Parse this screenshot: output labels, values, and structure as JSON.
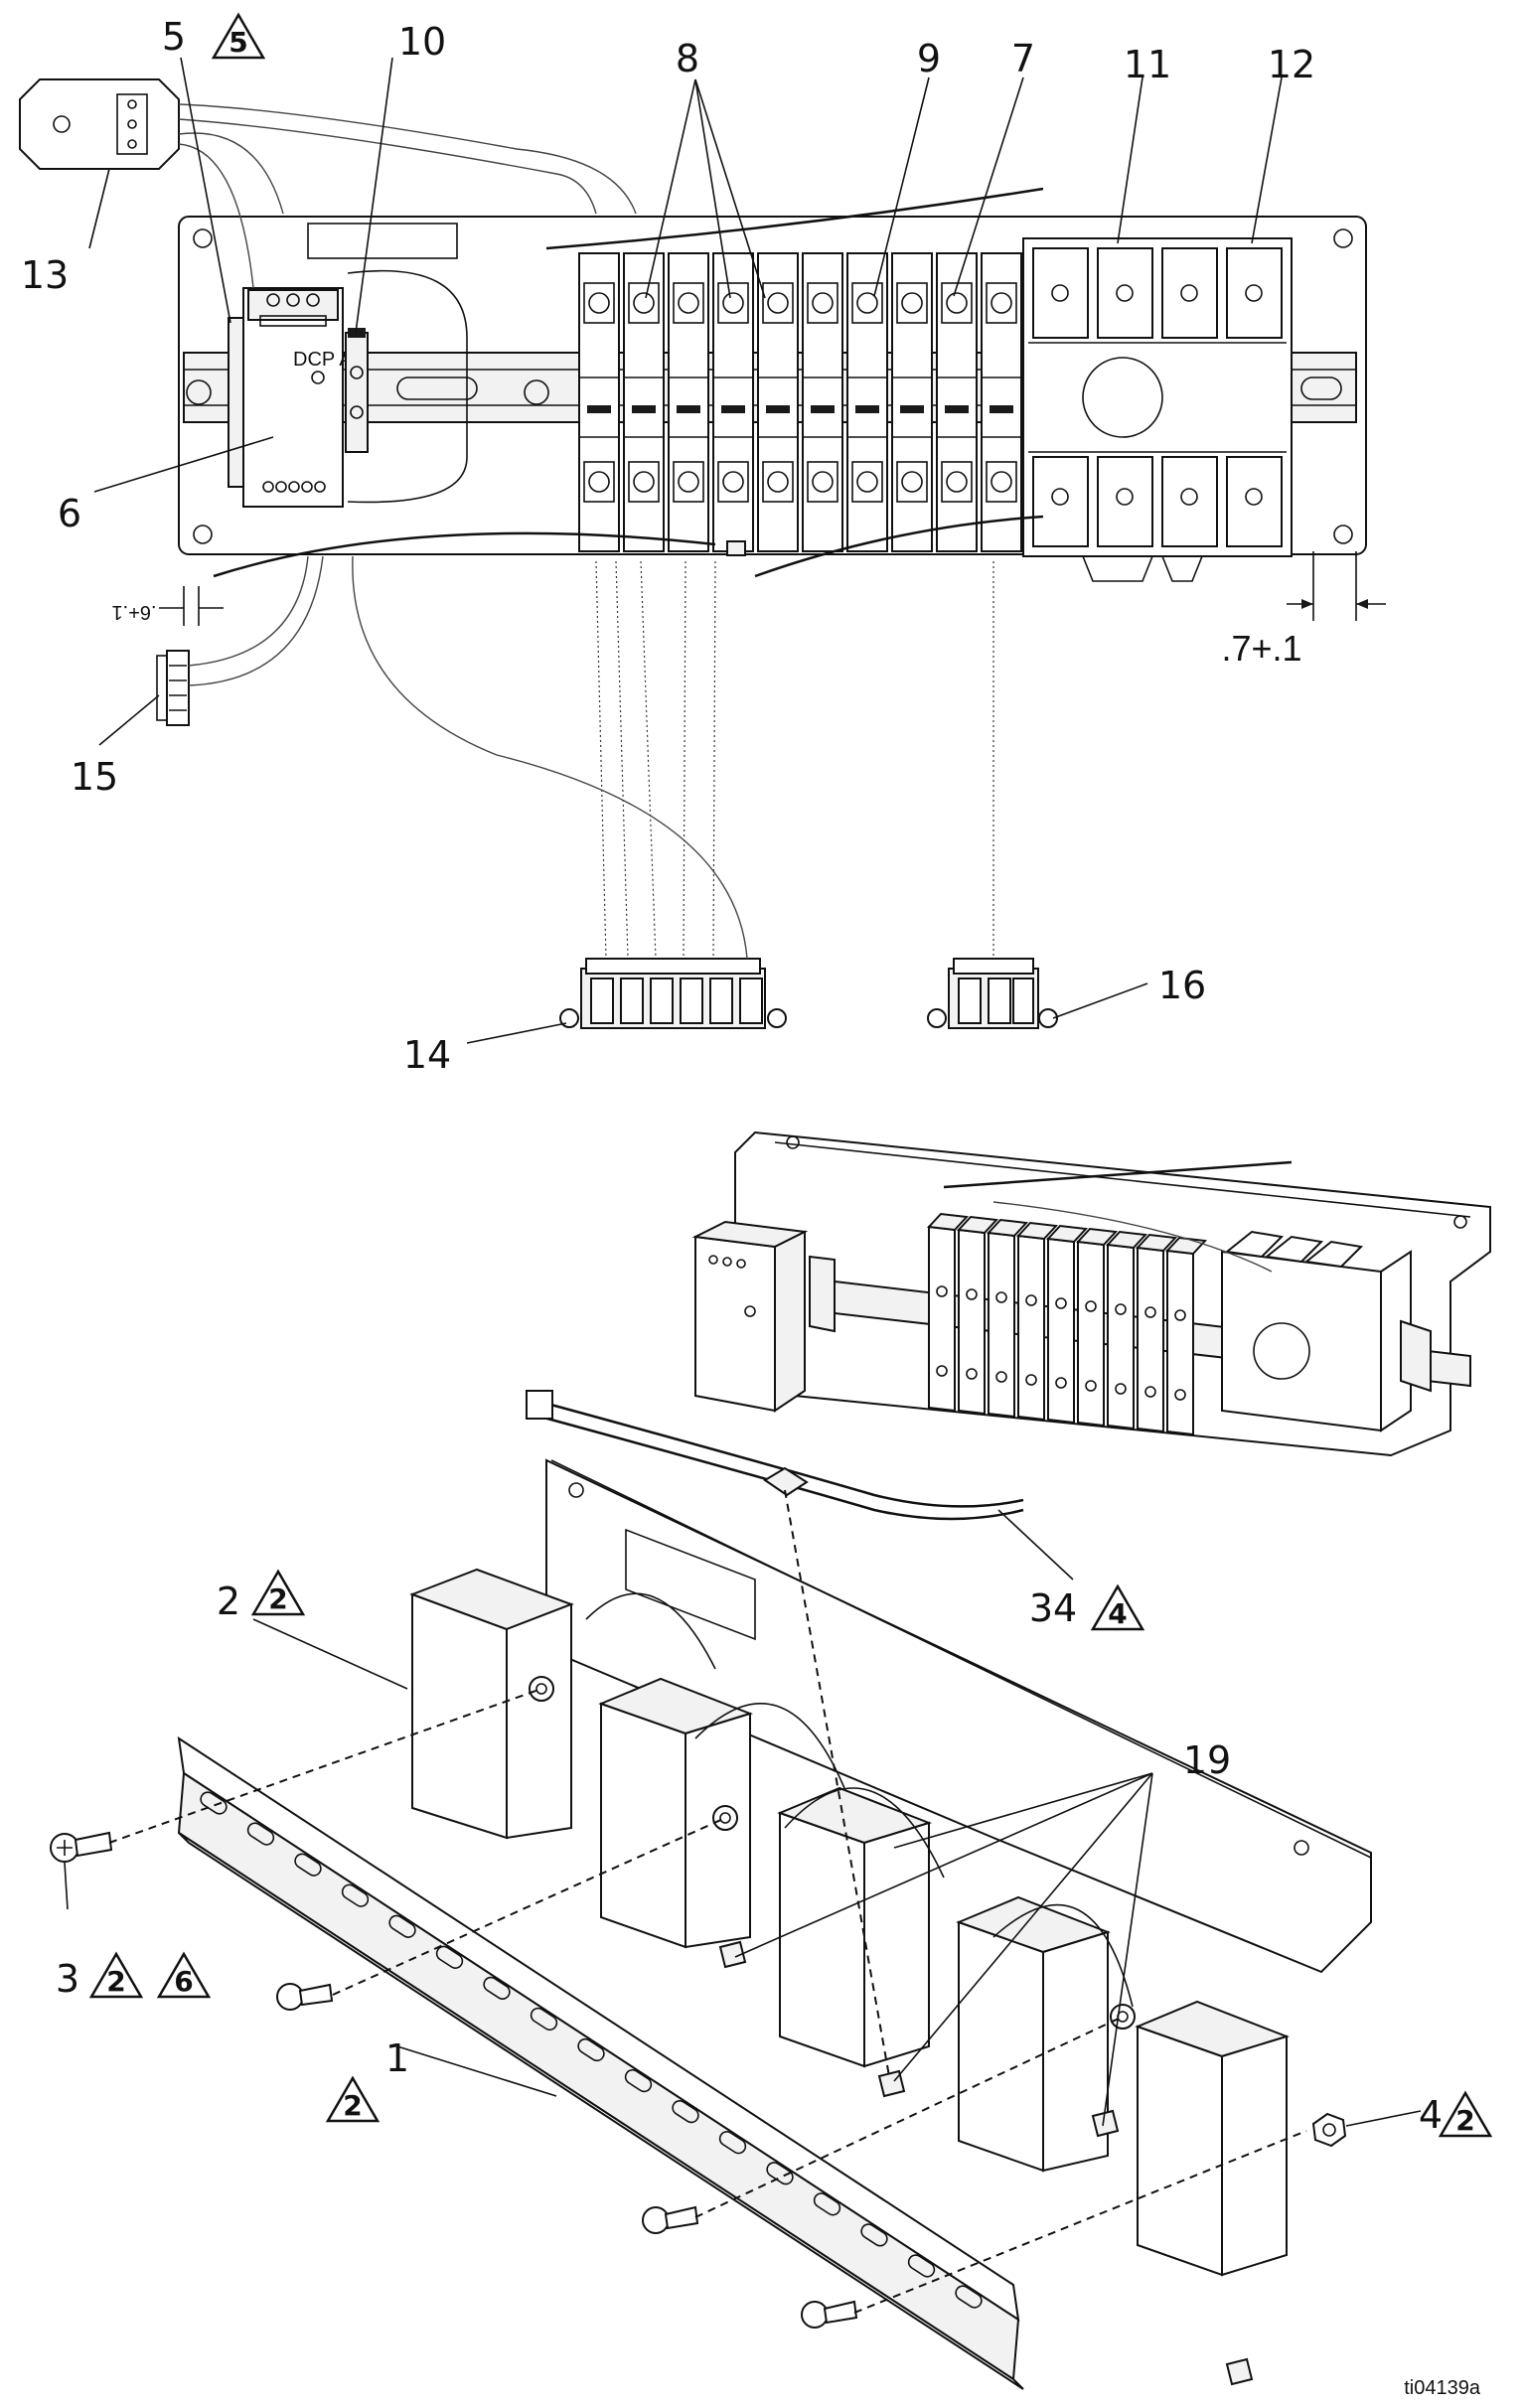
{
  "callouts": {
    "c1": "1",
    "c2": "2",
    "c3": "3",
    "c4": "4",
    "c5": "5",
    "c6": "6",
    "c7": "7",
    "c8": "8",
    "c9": "9",
    "c10": "10",
    "c11": "11",
    "c12": "12",
    "c13": "13",
    "c14": "14",
    "c15": "15",
    "c16": "16",
    "c19": "19",
    "c34": "34"
  },
  "notes": {
    "n2": "2",
    "n4": "4",
    "n5": "5",
    "n6": "6"
  },
  "dimensions": {
    "right_gap": ".7+.1",
    "left_gap": ".6+.1"
  },
  "drawing_id": "ti04139a"
}
